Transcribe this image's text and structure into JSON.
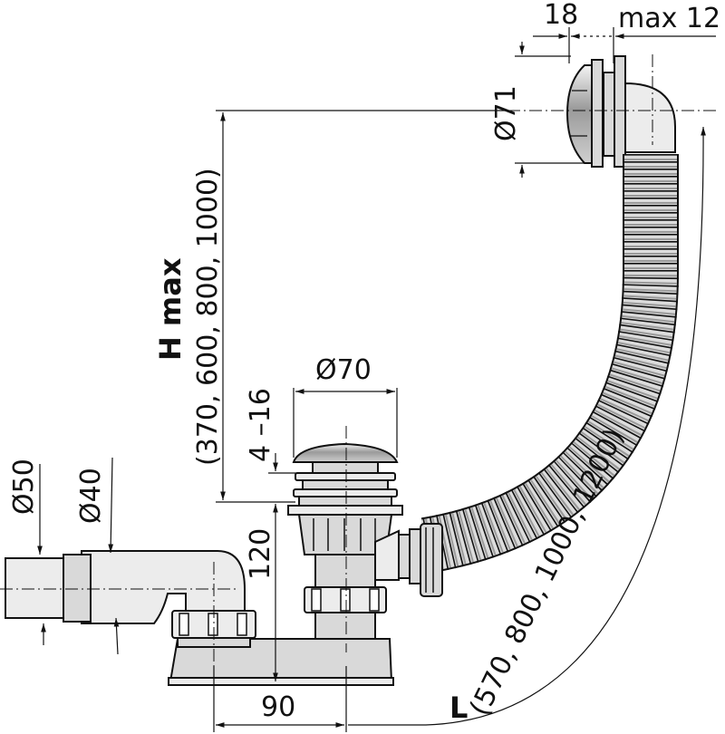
{
  "dimensions": {
    "overflow_plate_depth": "18",
    "overflow_max_thickness": "max 12",
    "overflow_diameter": "Ø71",
    "h_max_label": "H max",
    "h_max_values": "(370, 600, 800, 1000)",
    "drain_cap_diameter": "Ø70",
    "bath_thickness": "4 –16",
    "drain_height": "120",
    "outlet_outer_diameter": "Ø50",
    "outlet_inner_diameter": "Ø40",
    "drain_offset": "90",
    "l_label": "L",
    "l_values": "(570, 800, 1000, 1200)"
  }
}
